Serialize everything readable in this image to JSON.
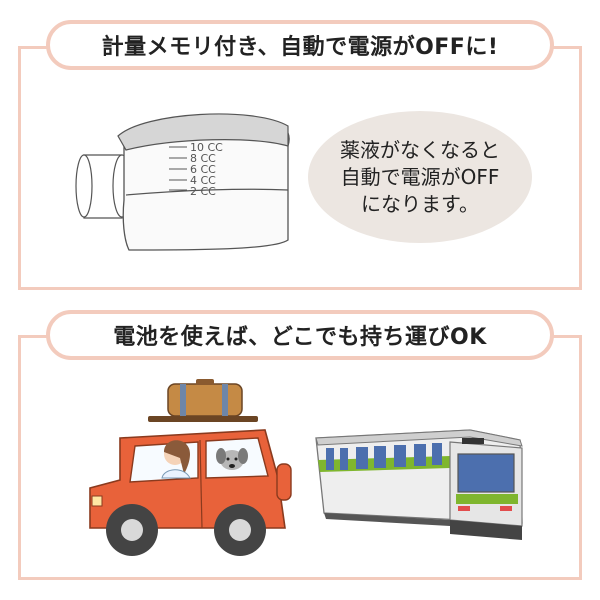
{
  "feature1": {
    "title": "計量メモリ付き、自動で電源がOFFに!",
    "bubble_lines": [
      "薬液がなくなると",
      "自動で電源がOFF",
      "になります。"
    ],
    "scale_marks": [
      "10 CC",
      "8 CC",
      "6 CC",
      "4 CC",
      "2 CC"
    ]
  },
  "feature2": {
    "title": "電池を使えば、どこでも持ち運びOK"
  },
  "colors": {
    "accent_border": "#f3cbbd",
    "bubble_bg": "#ece6e1",
    "car_body": "#e8623a",
    "train_green": "#7fb62e"
  }
}
